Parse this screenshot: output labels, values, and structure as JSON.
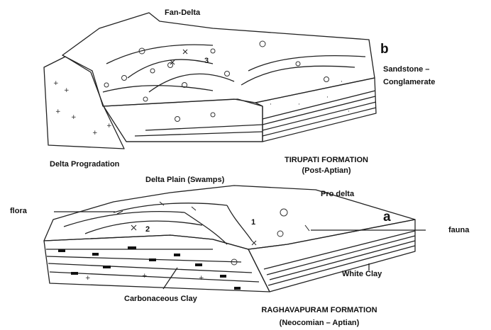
{
  "block_b": {
    "letter": "b",
    "title": "Fan-Delta",
    "rock": "Sandstone –\nConglamerate",
    "formation": "TIRUPATI FORMATION",
    "age": "(Post-Aptian)",
    "zone_number": "3"
  },
  "block_a": {
    "letter": "a",
    "progradation": "Delta Progradation",
    "plain": "Delta Plain (Swamps)",
    "prodelta": "Pro delta",
    "flora": "flora",
    "fauna": "fauna",
    "white_clay": "White Clay",
    "carbonaceous_clay": "Carbonaceous Clay",
    "formation": "RAGHAVAPURAM FORMATION",
    "age": "(Neocomian – Aptian)",
    "zone_number_1": "1",
    "zone_number_2": "2"
  }
}
